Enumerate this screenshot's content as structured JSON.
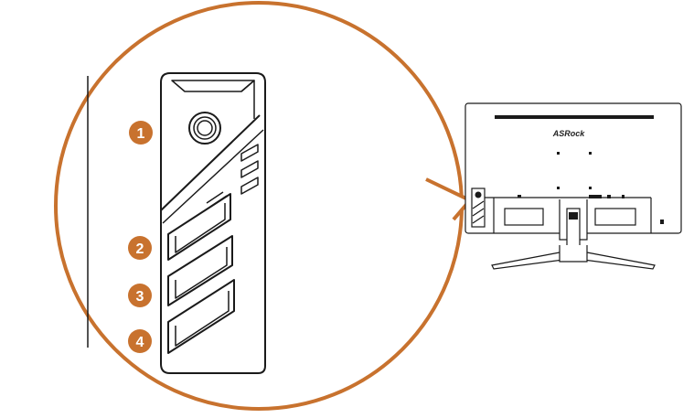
{
  "diagram": {
    "brand_logo": "ASRock",
    "callouts": [
      {
        "number": "1",
        "target": "joystick-button"
      },
      {
        "number": "2",
        "target": "button-2"
      },
      {
        "number": "3",
        "target": "button-3"
      },
      {
        "number": "4",
        "target": "button-4"
      }
    ],
    "colors": {
      "accent_orange": "#c8722e",
      "line": "#1a1a1a",
      "background": "#ffffff"
    }
  }
}
